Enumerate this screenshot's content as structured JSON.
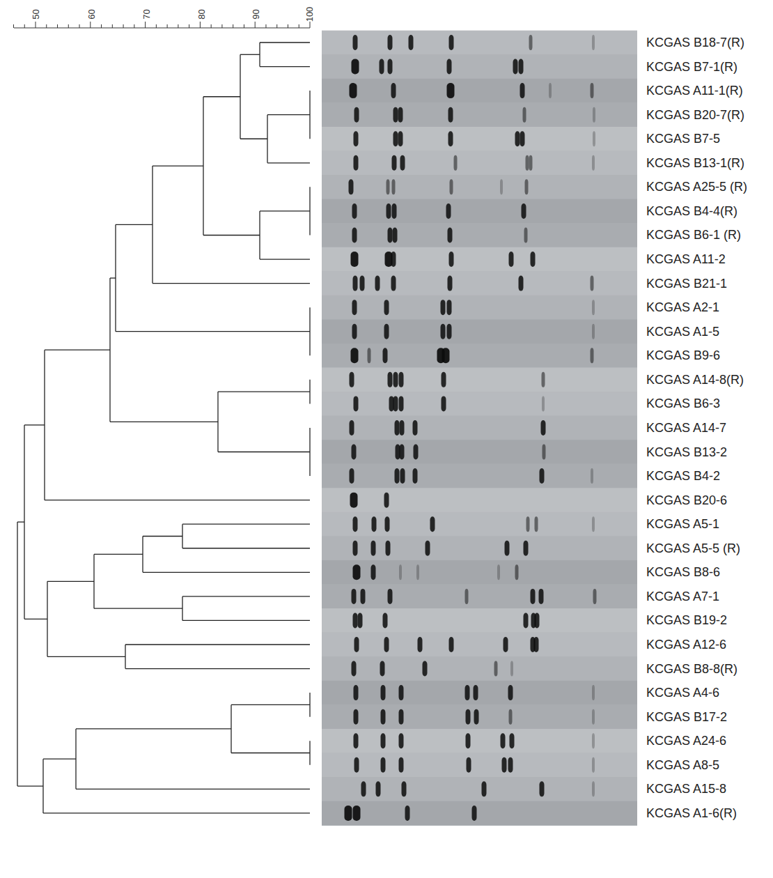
{
  "diagram": {
    "labels": [
      "50",
      "60",
      "70",
      "80",
      "90",
      "100",
      "KCGAS B18-7(R)",
      "KCGAS B7-1(R)",
      "KCGAS A11-1(R)",
      "KCGAS B20-7(R)",
      "KCGAS B7-5",
      "KCGAS B13-1(R)",
      "KCGAS A25-5 (R)",
      "KCGAS B4-4(R)",
      "KCGAS B6-1 (R)",
      "KCGAS A11-2",
      "KCGAS B21-1",
      "KCGAS A2-1",
      "KCGAS A1-5",
      "KCGAS B9-6",
      "KCGAS A14-8(R)",
      "KCGAS B6-3",
      "KCGAS A14-7",
      "KCGAS B13-2",
      "KCGAS B4-2",
      "KCGAS B20-6",
      "KCGAS A5-1",
      "KCGAS A5-5 (R)",
      "KCGAS B8-6",
      "KCGAS A7-1",
      "KCGAS B19-2",
      "KCGAS A12-6",
      "KCGAS B8-8(R)",
      "KCGAS A4-6",
      "KCGAS B17-2",
      "KCGAS A24-6",
      "KCGAS A8-5",
      "KCGAS A15-8",
      "KCGAS A1-6(R)"
    ]
  }
}
